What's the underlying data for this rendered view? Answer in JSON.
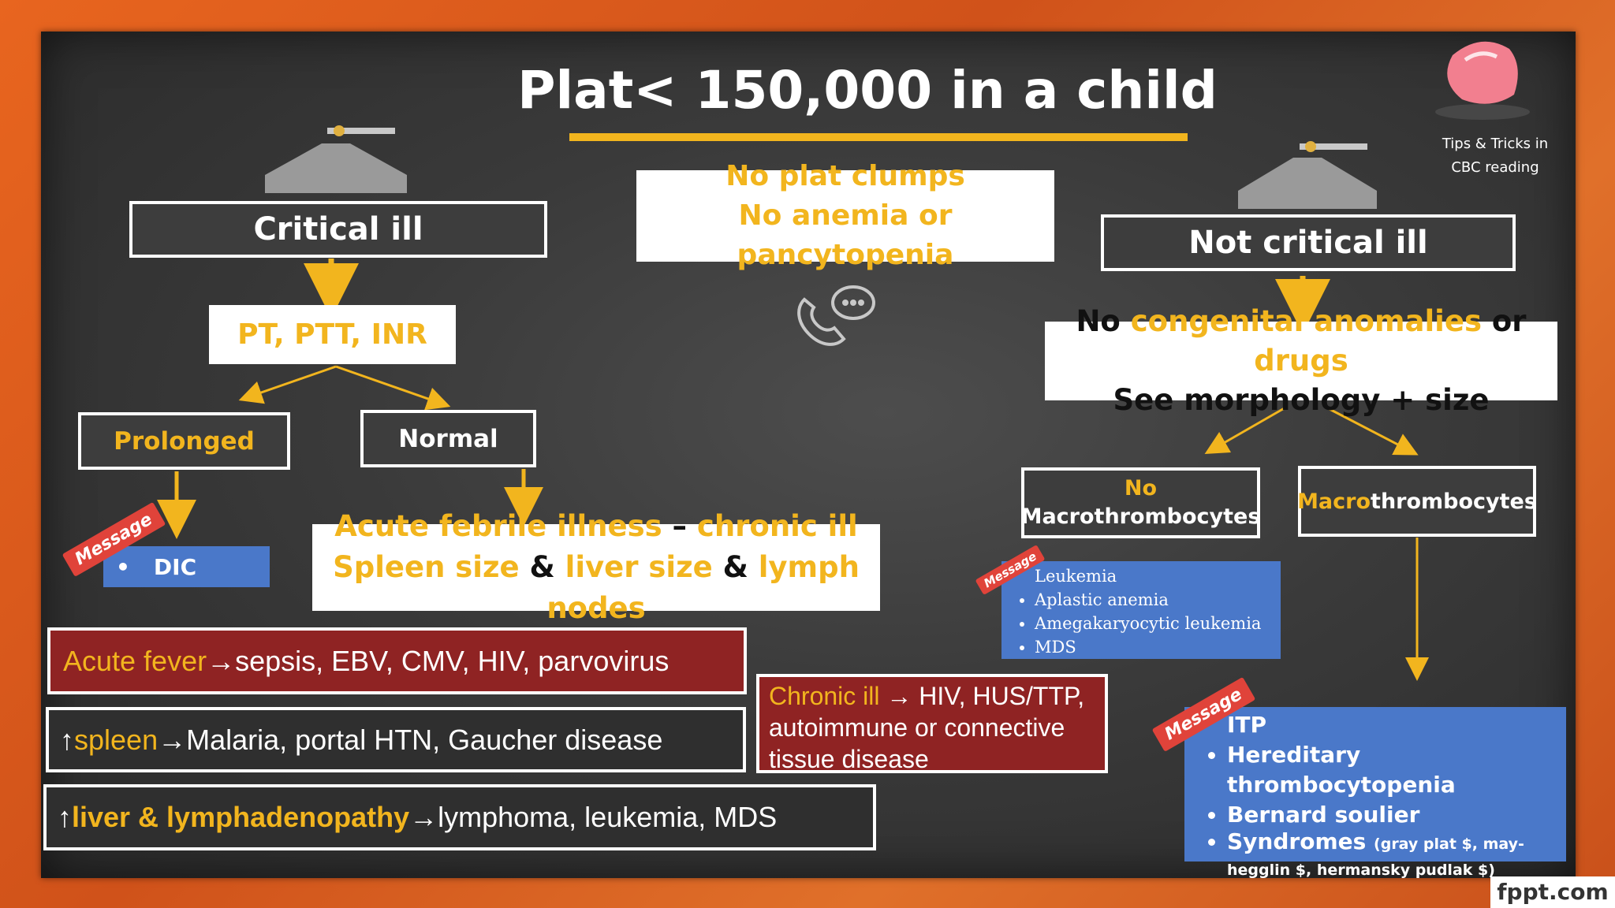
{
  "title": "Plat< 150,000 in a child",
  "logo": {
    "line1": "Tips & Tricks in",
    "line2": "CBC reading"
  },
  "watermark": "fppt.com",
  "center_box": {
    "line1": "No plat clumps",
    "line2": "No anemia or pancytopenia"
  },
  "left": {
    "critical": "Critical ill",
    "coag": "PT, PTT, INR",
    "prolonged": "Prolonged",
    "normal": "Normal",
    "message_label": "Message",
    "dic": "DIC",
    "febrile": {
      "line1_a": "Acute febrile illness",
      "line1_dash": " – ",
      "line1_b": "chronic ill",
      "line2_a": "Spleen size",
      "amp": " & ",
      "line2_b": "liver size",
      "line2_c": "lymph nodes"
    },
    "acute_fever": {
      "key": "Acute fever",
      "arrow": " → ",
      "rest": "sepsis, EBV, CMV, HIV, parvovirus"
    },
    "spleen": {
      "up": "↑ ",
      "key": "spleen",
      "arrow": " → ",
      "rest": "Malaria, portal HTN, Gaucher disease"
    },
    "liver": {
      "up": "↑ ",
      "key": "liver & lymphadenopathy",
      "arrow": " → ",
      "rest": "lymphoma, leukemia, MDS"
    },
    "chronic": {
      "key": "Chronic ill",
      "arrow": " → ",
      "rest": "HIV, HUS/TTP, autoimmune or connective tissue disease"
    }
  },
  "right": {
    "not_critical": "Not critical ill",
    "morph": {
      "no": "No ",
      "cong": "congenital anomalies",
      "or": " or ",
      "drugs": "drugs",
      "line2": "See morphology + size"
    },
    "no_macro": {
      "no": "No",
      "macro": "Macrothrombocytes"
    },
    "macro": {
      "a": "Macro",
      "b": "thrombocytes"
    },
    "message_label": "Message",
    "no_macro_list": [
      "Leukemia",
      "Aplastic anemia",
      "Amegakaryocytic leukemia",
      "MDS"
    ],
    "macro_list": {
      "first": "ITP",
      "items": [
        "Hereditary thrombocytopenia",
        "Bernard soulier"
      ],
      "syndromes": "Syndromes",
      "syndromes_detail": "(gray plat $, may-hegglin $, hermansky pudlak $)"
    }
  },
  "colors": {
    "accent": "#f2b51e",
    "frame": "#e0652a",
    "board": "#3a3a3a",
    "blue": "#4a78c9",
    "red": "#8f2323"
  }
}
